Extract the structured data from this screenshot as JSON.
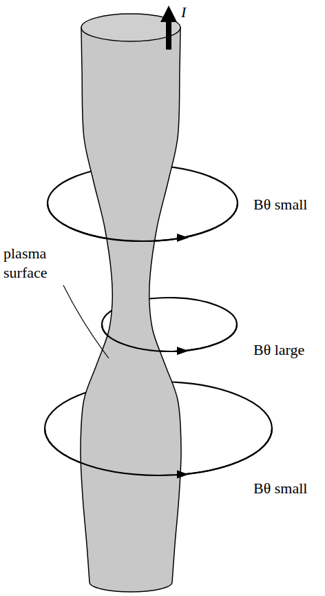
{
  "diagram": {
    "labels": [
      "I",
      "plasma surface",
      "Bθ small",
      "Bθ large",
      "Bθ small"
    ]
  }
}
